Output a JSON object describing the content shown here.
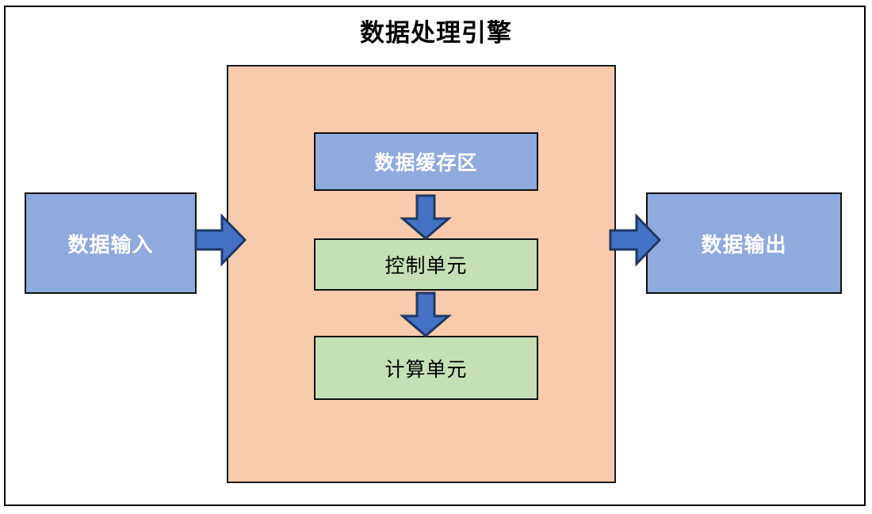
{
  "diagram": {
    "title": "数据处理引擎",
    "colors": {
      "engine_fill": "#F8CBAD",
      "blue_fill": "#8FAADC",
      "green_fill": "#C5E0B4",
      "arrow_fill": "#4472C4",
      "arrow_stroke": "#1F3864",
      "border": "#111111",
      "canvas": "#FFFFFF"
    },
    "nodes": {
      "input": {
        "label": "数据输入",
        "type": "blue-box"
      },
      "output": {
        "label": "数据输出",
        "type": "blue-box"
      },
      "engine": {
        "label": "",
        "type": "container"
      },
      "cache": {
        "label": "数据缓存区",
        "type": "blue-box"
      },
      "control": {
        "label": "控制单元",
        "type": "green-box"
      },
      "compute": {
        "label": "计算单元",
        "type": "green-box"
      }
    },
    "arrows": [
      {
        "name": "input-to-engine",
        "direction": "right"
      },
      {
        "name": "engine-to-output",
        "direction": "right"
      },
      {
        "name": "cache-to-control",
        "direction": "down"
      },
      {
        "name": "control-to-compute",
        "direction": "down"
      }
    ]
  }
}
